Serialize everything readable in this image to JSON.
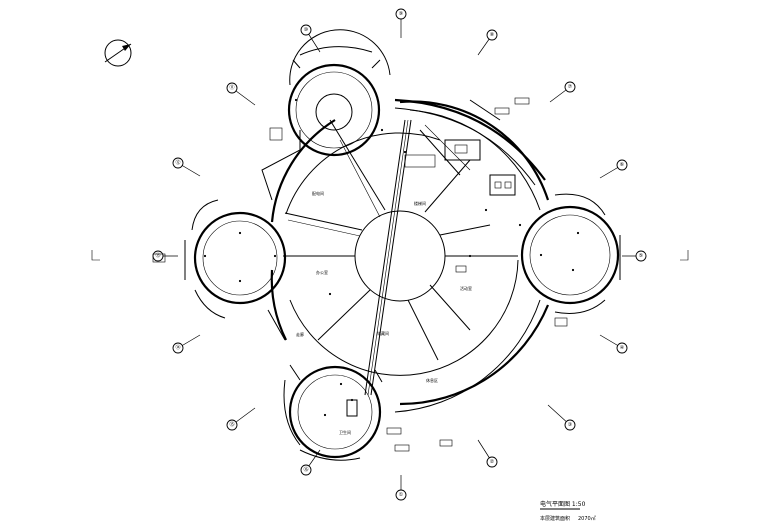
{
  "axes": [
    "①",
    "②",
    "③",
    "④",
    "⑤",
    "⑥",
    "⑦",
    "⑧",
    "⑨",
    "⑩",
    "⑪",
    "⑫",
    "⑬",
    "⑭",
    "⑮",
    "⑯"
  ],
  "rooms": [
    "办公室",
    "储藏间",
    "活动室",
    "楼梯间",
    "卫生间",
    "配电间",
    "休息区",
    "走廊"
  ],
  "drawing": {
    "title": "电气平面图 1:50",
    "subtitle": "本层建筑面积",
    "area": "2070㎡"
  }
}
